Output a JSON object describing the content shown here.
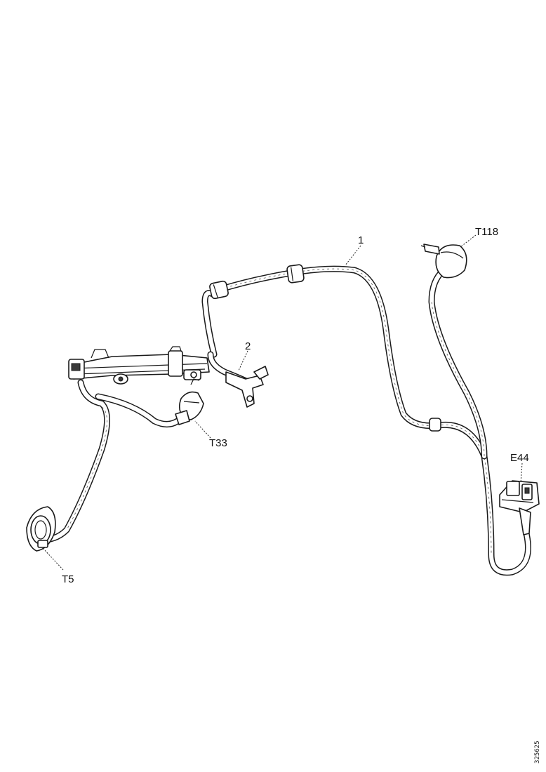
{
  "labels": {
    "item_1": "1",
    "item_2": "2",
    "connector_t118": "T118",
    "connector_t33": "T33",
    "connector_t5": "T5",
    "component_e44": "E44"
  },
  "figure_code": "325625"
}
